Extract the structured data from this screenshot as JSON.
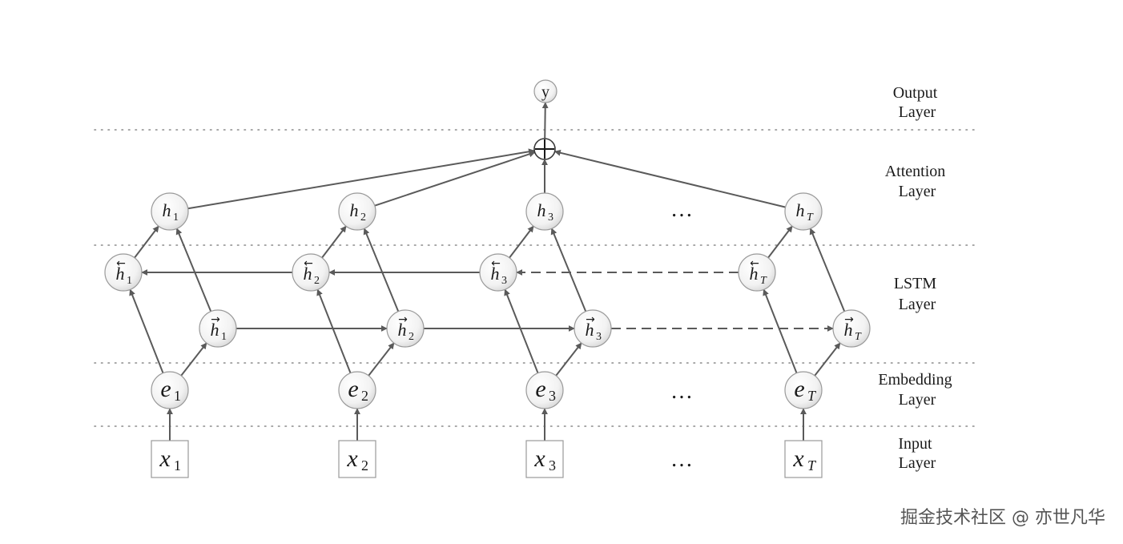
{
  "layers": {
    "output": [
      "Output",
      "Layer"
    ],
    "attention": [
      "Attention",
      "Layer"
    ],
    "lstm": [
      "LSTM",
      "Layer"
    ],
    "embedding": [
      "Embedding",
      "Layer"
    ],
    "input": [
      "Input",
      "Layer"
    ]
  },
  "columns": [
    {
      "input_sym": "x",
      "sub": "1",
      "sub_italic": false,
      "embed_sym": "e",
      "hidden_sym": "h"
    },
    {
      "input_sym": "x",
      "sub": "2",
      "sub_italic": false,
      "embed_sym": "e",
      "hidden_sym": "h"
    },
    {
      "input_sym": "x",
      "sub": "3",
      "sub_italic": false,
      "embed_sym": "e",
      "hidden_sym": "h"
    },
    {
      "input_sym": "x",
      "sub": "T",
      "sub_italic": true,
      "embed_sym": "e",
      "hidden_sym": "h"
    }
  ],
  "output_node": "y",
  "combine_symbol": "+",
  "ellipsis": "…",
  "arrow_left": "←",
  "arrow_right": "→",
  "watermark": "掘金技术社区 @ 亦世凡华",
  "colors": {
    "edge": "#5a5a5a",
    "node_border": "#9a9a9a",
    "node_fill_light": "#ffffff",
    "node_fill_dark": "#dedede"
  }
}
